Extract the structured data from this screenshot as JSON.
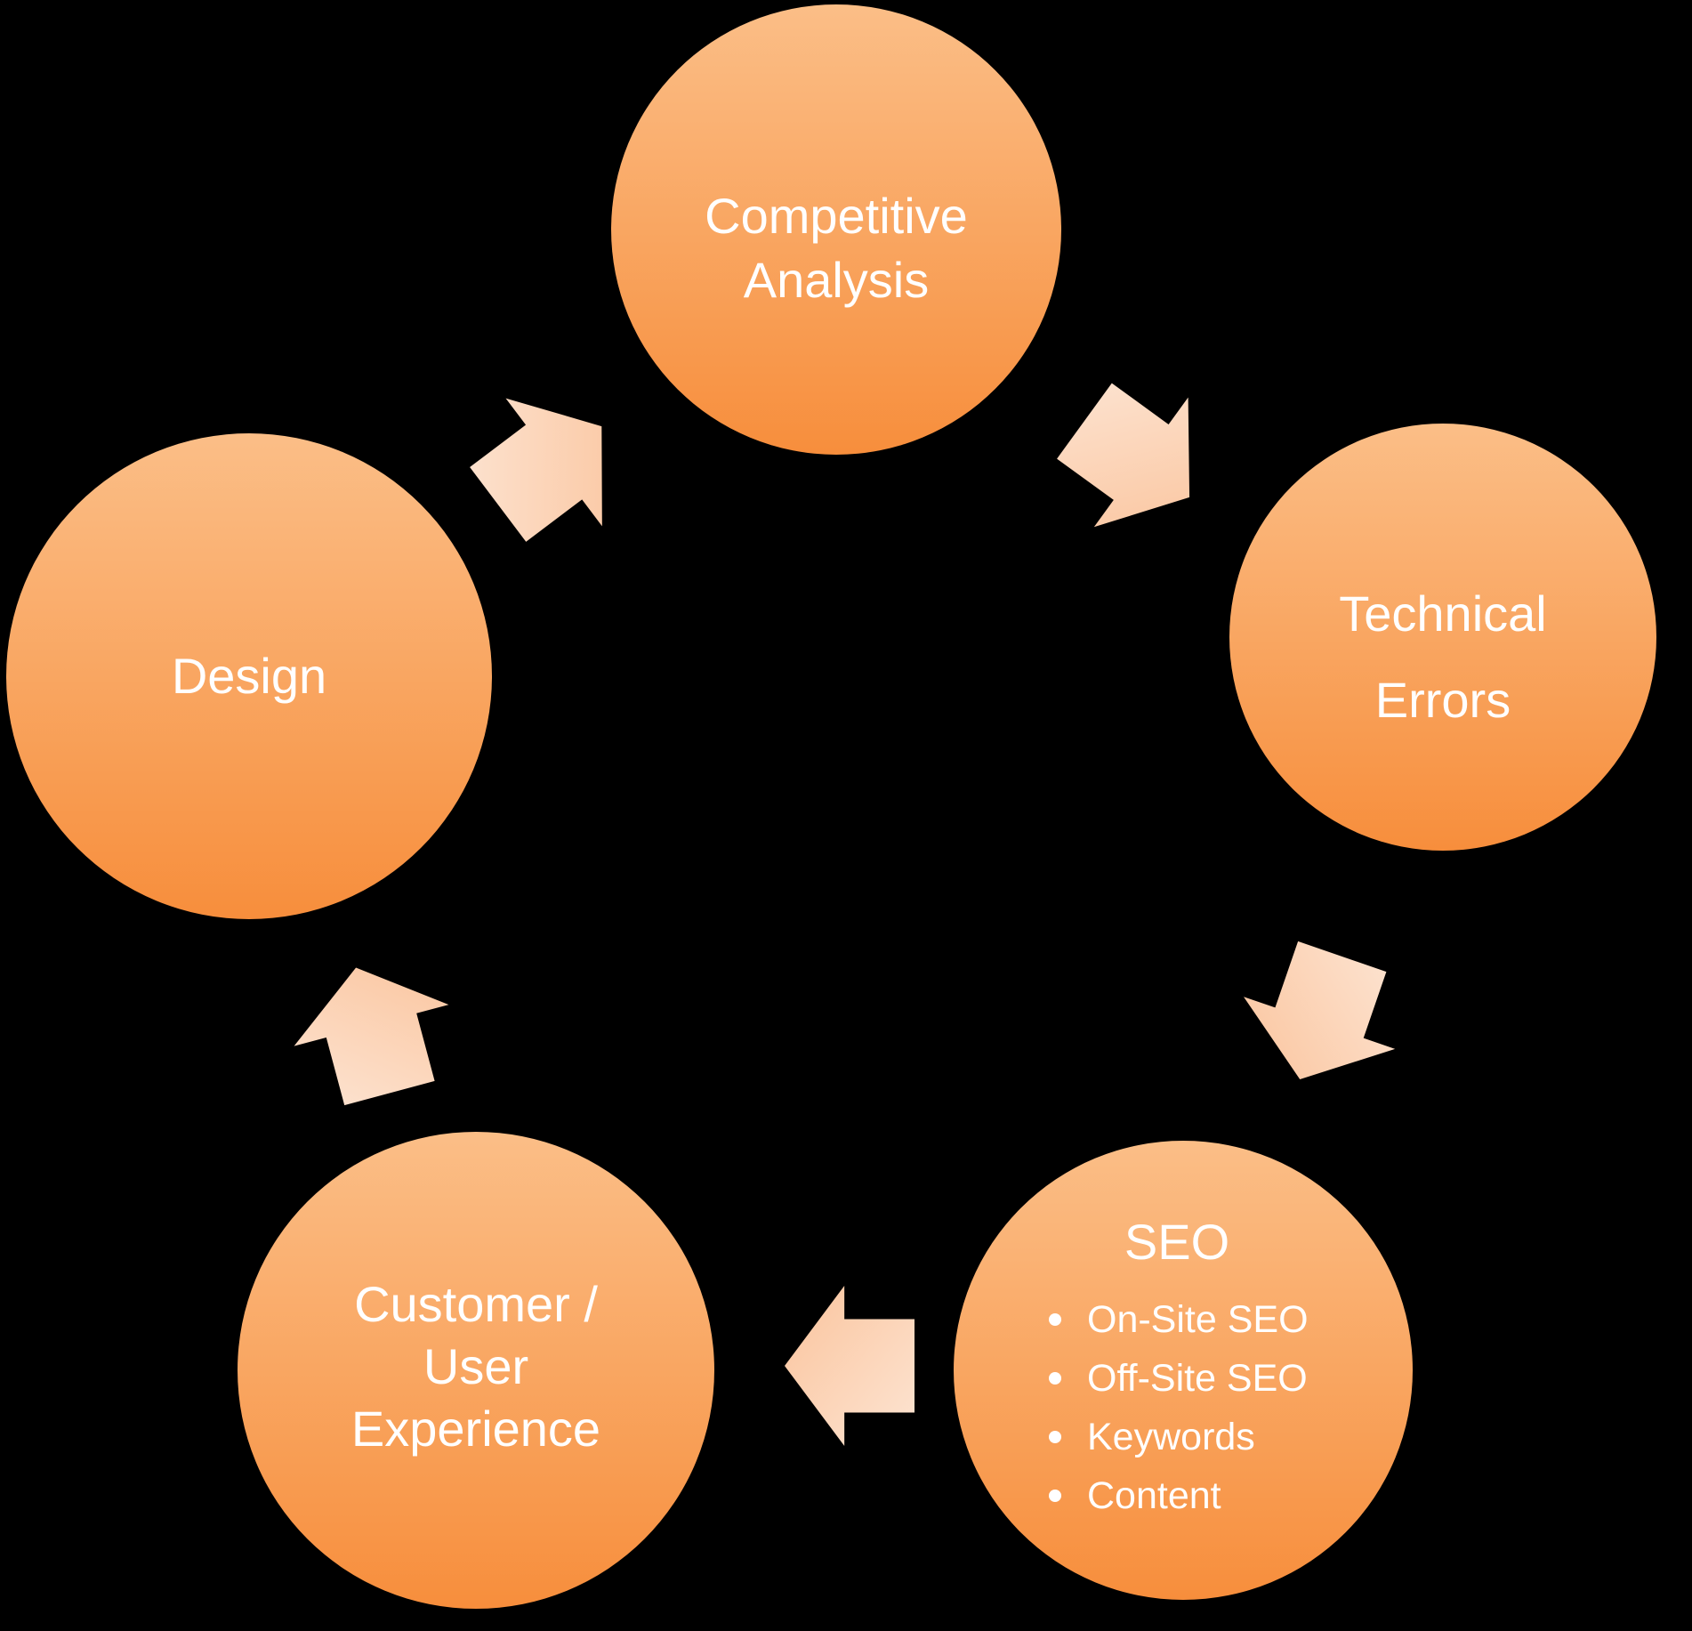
{
  "diagram_title": "SEO cycle diagram",
  "colors": {
    "background": "#000000",
    "circle_top": "#FBBE87",
    "circle_bottom": "#F78E3C",
    "arrow_light": "#FDE4D2",
    "arrow_dark": "#FAC49D",
    "text": "#FFFFFF"
  },
  "circles": {
    "competitive_analysis": {
      "lines": [
        "Competitive",
        "Analysis"
      ]
    },
    "technical_errors": {
      "lines": [
        "Technical",
        "Errors"
      ]
    },
    "seo": {
      "title": "SEO",
      "bullets": [
        "On-Site SEO",
        "Off-Site SEO",
        "Keywords",
        "Content"
      ]
    },
    "customer_experience": {
      "lines": [
        "Customer /",
        "User",
        "Experience"
      ]
    },
    "design": {
      "lines": [
        "Design"
      ]
    }
  },
  "arrows": [
    {
      "name": "design-to-competitive-analysis",
      "direction": "up-right"
    },
    {
      "name": "competitive-analysis-to-technical-errors",
      "direction": "down-right"
    },
    {
      "name": "technical-errors-to-seo",
      "direction": "down-left"
    },
    {
      "name": "seo-to-customer-experience",
      "direction": "left"
    },
    {
      "name": "customer-experience-to-design",
      "direction": "up"
    }
  ]
}
